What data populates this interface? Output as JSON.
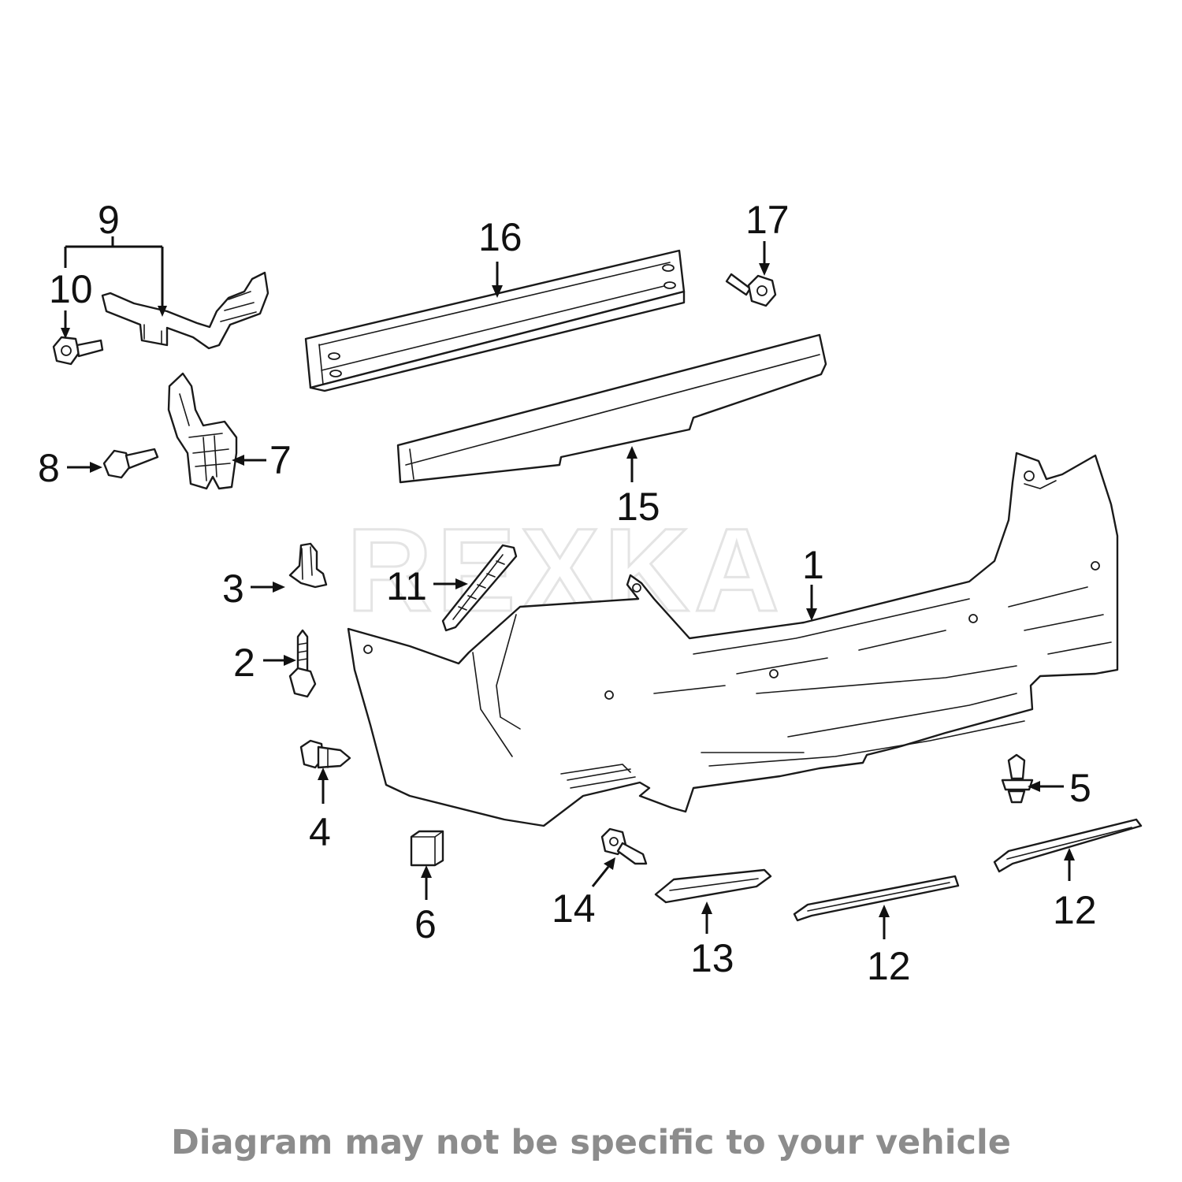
{
  "watermark": "REXKA",
  "disclaimer": "Diagram may not be specific to your vehicle",
  "callouts": {
    "c1": "1",
    "c2": "2",
    "c3": "3",
    "c4": "4",
    "c5": "5",
    "c6": "6",
    "c7": "7",
    "c8": "8",
    "c9": "9",
    "c10": "10",
    "c11": "11",
    "c12a": "12",
    "c12b": "12",
    "c13": "13",
    "c14": "14",
    "c15": "15",
    "c16": "16",
    "c17": "17"
  }
}
